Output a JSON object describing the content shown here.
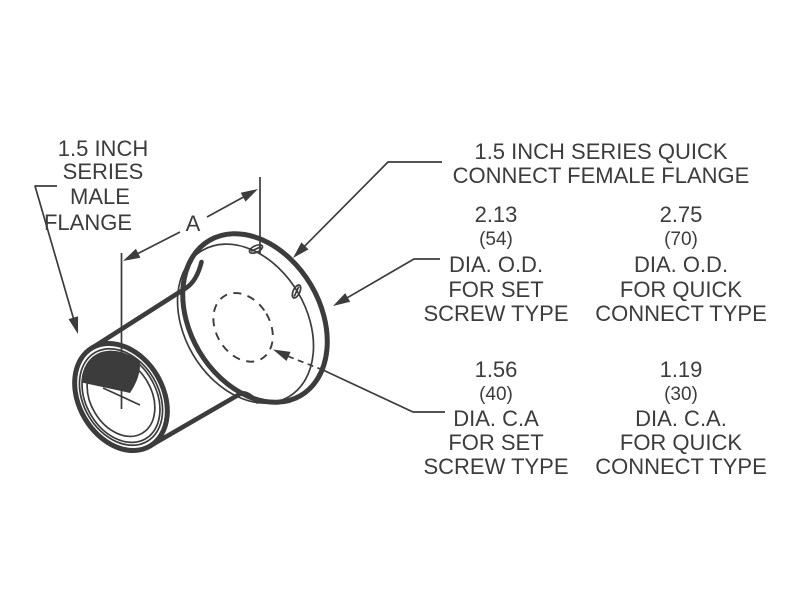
{
  "colors": {
    "ink": "#3c3c3c",
    "background": "#ffffff"
  },
  "drawing": {
    "type": "isometric technical illustration of flange adapter",
    "dimension_a": "A"
  },
  "labels": {
    "male_flange": {
      "lines": [
        "1.5 INCH",
        "SERIES",
        "MALE",
        "FLANGE"
      ]
    },
    "female_flange": {
      "lines": [
        "1.5 INCH SERIES QUICK",
        "CONNECT FEMALE FLANGE"
      ]
    },
    "od_set_screw": {
      "value": "2.13",
      "metric": "(54)",
      "lines": [
        "DIA. O.D.",
        "FOR SET",
        "SCREW TYPE"
      ]
    },
    "od_quick_connect": {
      "value": "2.75",
      "metric": "(70)",
      "lines": [
        "DIA. O.D.",
        "FOR QUICK",
        "CONNECT TYPE"
      ]
    },
    "ca_set_screw": {
      "value": "1.56",
      "metric": "(40)",
      "lines": [
        "DIA. C.A",
        "FOR SET",
        "SCREW TYPE"
      ]
    },
    "ca_quick_connect": {
      "value": "1.19",
      "metric": "(30)",
      "lines": [
        "DIA. C.A.",
        "FOR QUICK",
        "CONNECT TYPE"
      ]
    }
  }
}
